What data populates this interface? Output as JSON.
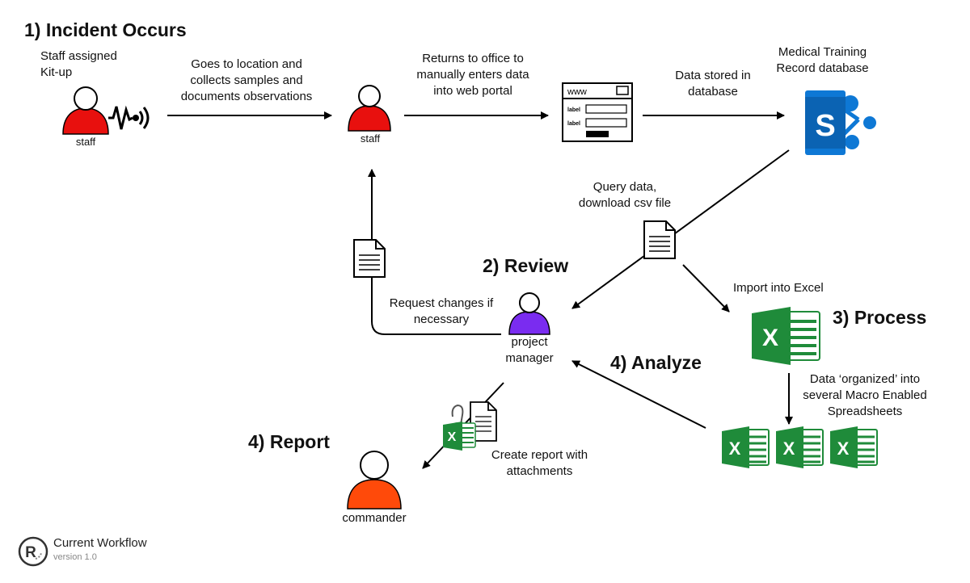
{
  "headings": {
    "incident": "1) Incident Occurs",
    "review": "2) Review",
    "process": "3) Process",
    "analyze": "4) Analyze",
    "report": "4) Report"
  },
  "notes": {
    "staff_assigned_1": "Staff assigned",
    "staff_assigned_2": "Kit-up",
    "goes_1": "Goes to location and",
    "goes_2": "collects samples and",
    "goes_3": "documents observations",
    "returns_1": "Returns to office to",
    "returns_2": "manually enters data",
    "returns_3": "into web portal",
    "stored_1": "Data stored in",
    "stored_2": "database",
    "db_1": "Medical Training",
    "db_2": "Record database",
    "query_1": "Query data,",
    "query_2": "download csv file",
    "import": "Import into Excel",
    "request_1": "Request changes if",
    "request_2": "necessary",
    "organized_1": "Data ‘organized’ into",
    "organized_2": "several Macro Enabled",
    "organized_3": "Spreadsheets",
    "create_1": "Create report with",
    "create_2": "attachments"
  },
  "people": {
    "staff1": "staff",
    "staff2": "staff",
    "pm_1": "project",
    "pm_2": "manager",
    "commander": "commander"
  },
  "form": {
    "url": "www",
    "label1": "label",
    "label2": "label"
  },
  "icons": {
    "sharepoint_letter": "S",
    "excel_letter": "X"
  },
  "footer": {
    "logo_letter": "R",
    "title": "Current Workflow",
    "version": "version 1.0"
  },
  "colors": {
    "staff": "#e8100e",
    "project_manager": "#7a2cf0",
    "commander": "#ff4a0a",
    "sharepoint": "#0e78d5",
    "excel": "#1f8b3a"
  }
}
